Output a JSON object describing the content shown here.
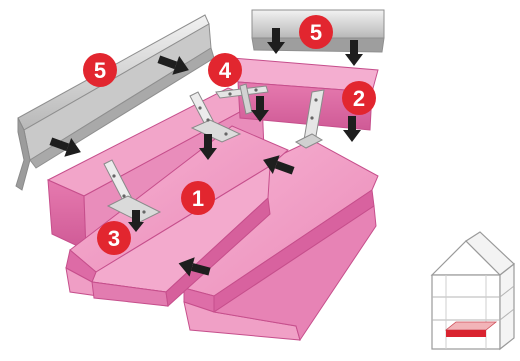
{
  "colors": {
    "pink_top": "#f5a3c8",
    "pink_side": "#e06aa6",
    "pink_edge": "#c64f8c",
    "metal_light": "#e6e6e6",
    "metal_dark": "#a7a7a7",
    "badge": "#e2262f",
    "arrow": "#1e1e1e",
    "floor_highlight": "#d9232f"
  },
  "labels": {
    "slab_left": "1",
    "wall_right": "2",
    "bracket_left": "3",
    "bracket_top": "4",
    "rail_left": "5",
    "rail_right": "5"
  },
  "icons": [
    "arrow-icon",
    "house-icon"
  ]
}
